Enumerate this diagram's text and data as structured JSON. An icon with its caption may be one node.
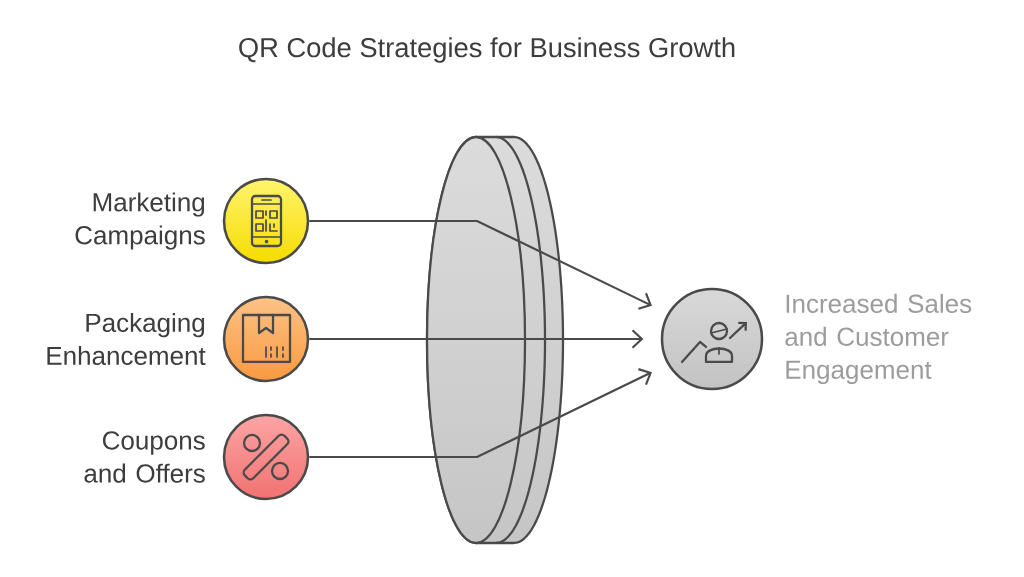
{
  "diagram": {
    "title": "QR Code Strategies for Business Growth",
    "nodes": [
      {
        "text": [
          "Marketing Campaigns"
        ]
      },
      {
        "text": [
          "Packaging Enhancement"
        ]
      },
      {
        "text": [
          "Coupons and Offers"
        ]
      },
      {
        "text": [
          "Increased Sales and Customer Engagement"
        ]
      }
    ],
    "edges": [
      {
        "from": 0,
        "to": 3,
        "arrow": "to"
      },
      {
        "from": 1,
        "to": 3,
        "arrow": "to"
      },
      {
        "from": 2,
        "to": 3,
        "arrow": "to"
      }
    ]
  }
}
